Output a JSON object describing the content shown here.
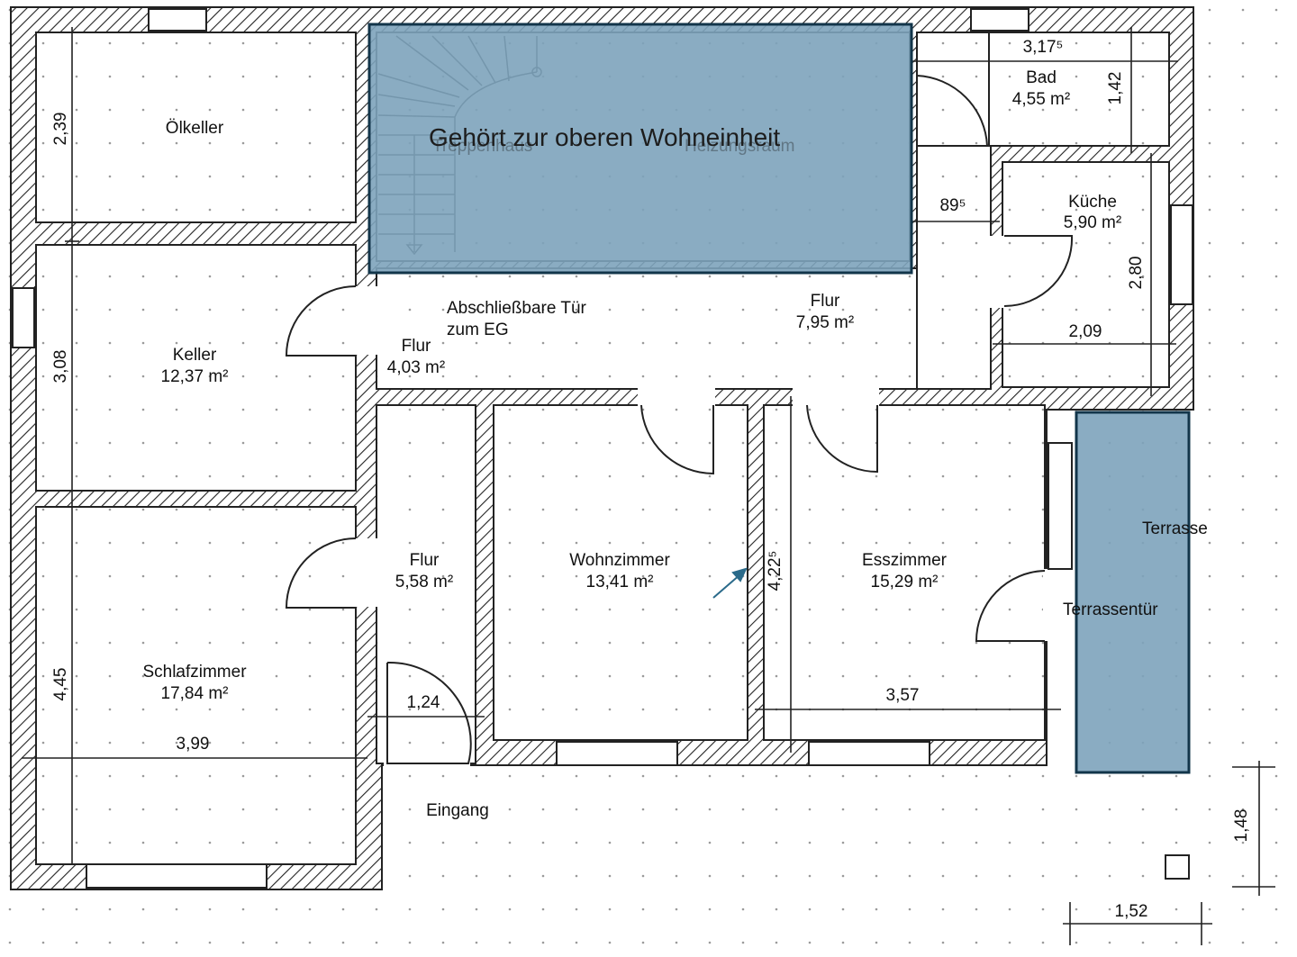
{
  "colors": {
    "overlay_fill": "#7da3bb",
    "overlay_stroke": "#12354a",
    "arrow": "#2a6a8a",
    "wall": "#222222"
  },
  "overlay": {
    "title": "Gehört zur oberen Wohneinheit",
    "ghost_left": "Treppenhaus",
    "ghost_right": "Heizungsraum"
  },
  "rooms": {
    "oelkeller": {
      "name": "Ölkeller"
    },
    "keller": {
      "name": "Keller",
      "area": "12,37 m²"
    },
    "schlafzimmer": {
      "name": "Schlafzimmer",
      "area": "17,84 m²"
    },
    "flur_a": {
      "name": "Flur",
      "area": "4,03 m²"
    },
    "flur_b": {
      "name": "Flur",
      "area": "5,58 m²"
    },
    "flur_c": {
      "name": "Flur",
      "area": "7,95 m²"
    },
    "wohnzimmer": {
      "name": "Wohnzimmer",
      "area": "13,41 m²"
    },
    "esszimmer": {
      "name": "Esszimmer",
      "area": "15,29 m²"
    },
    "bad": {
      "name": "Bad",
      "area": "4,55 m²"
    },
    "kueche": {
      "name": "Küche",
      "area": "5,90 m²"
    }
  },
  "notes": {
    "door_line1": "Abschließbare Tür",
    "door_line2": "zum EG",
    "terrasse": "Terrasse",
    "terrassentuer": "Terrassentür",
    "eingang": "Eingang"
  },
  "dimensions": {
    "d_239": "2,39",
    "d_308": "3,08",
    "d_445": "4,45",
    "d_399": "3,99",
    "d_124": "1,24",
    "d_4225": "4,22⁵",
    "d_357": "3,57",
    "d_3175": "3,17⁵",
    "d_142": "1,42",
    "d_895": "89⁵",
    "d_280": "2,80",
    "d_209": "2,09",
    "d_148": "1,48",
    "d_152": "1,52"
  }
}
